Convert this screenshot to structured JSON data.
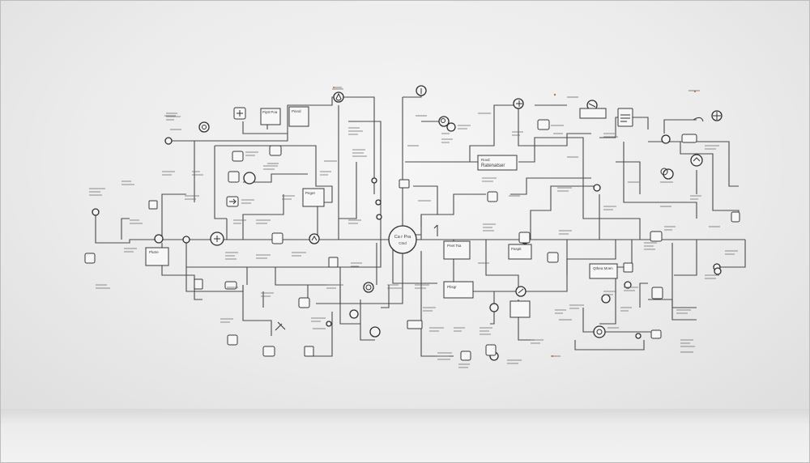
{
  "hub": {
    "label_line1": "Ca r Pra",
    "label_line2": "Ctnd"
  },
  "labels": {
    "top_left_box": "Piptt Poa",
    "top_left_box2": "Pinnd",
    "right_center_box": "Ratenatser",
    "right_center_box_line1": "Rovd",
    "mid_box": "Peget",
    "mid_lower_box": "Pnet Tsa",
    "mid_lower_box2": "Pbsgr",
    "mid_right_box": "Paspit",
    "top_right_box": "Qthea Moen",
    "far_right_box": "Plutre"
  },
  "colors": {
    "line": "#4a4a4a",
    "node_stroke": "#2e2e2e",
    "accent": "#d06a3a"
  }
}
